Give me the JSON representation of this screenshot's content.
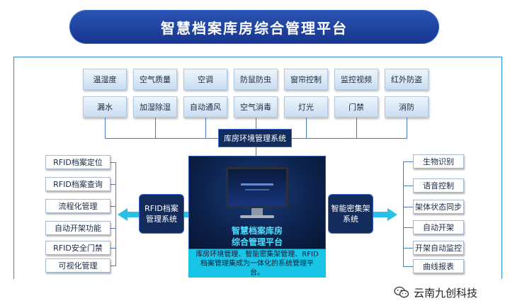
{
  "title": "智慧档案库房综合管理平台",
  "sensors_row1": [
    "温湿度",
    "空气质量",
    "空调",
    "防鼠防虫",
    "窗帘控制",
    "监控视频",
    "红外防盗"
  ],
  "sensors_row2": [
    "漏水",
    "加湿除湿",
    "自动通风",
    "空气消毒",
    "灯光",
    "门禁",
    "消防"
  ],
  "env_system": "库房环境管理系统",
  "center": {
    "title_line1": "智慧档案库房",
    "title_line2": "综合管理平台",
    "description": "库房环境管理、智能密集架管理、RFID档案管理集成为一体化的系统管理平台。"
  },
  "left_system": {
    "line1": "RFID档案",
    "line2": "管理系统"
  },
  "right_system": {
    "line1": "智能密集架",
    "line2": "系统"
  },
  "left_items": [
    "RFID档案定位",
    "RFID档案查询",
    "流程化管理",
    "自动开架功能",
    "RFID安全门禁",
    "可视化管理"
  ],
  "right_items": [
    "生物识别",
    "语音控制",
    "架体状态同步",
    "自动开架",
    "开架自动监控",
    "曲线报表"
  ],
  "watermark": "云南九创科技",
  "colors": {
    "banner": "#1f44a6",
    "dark_panel": "#0b1e45",
    "accent_cyan": "#18c5e6",
    "frame_line": "#2b8ad8"
  }
}
